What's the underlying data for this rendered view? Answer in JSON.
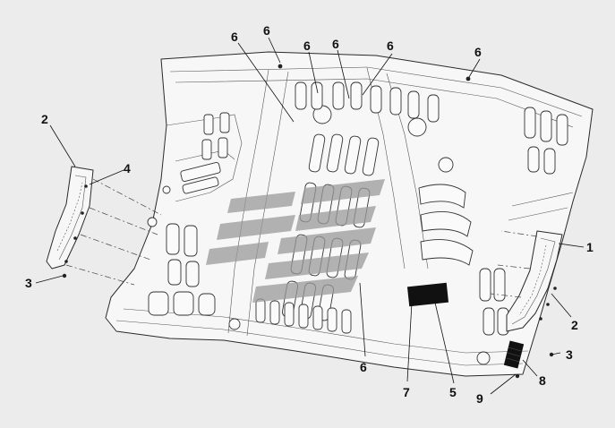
{
  "diagram": {
    "callouts": [
      {
        "id": "c6a",
        "label": "6"
      },
      {
        "id": "c6b",
        "label": "6"
      },
      {
        "id": "c6c",
        "label": "6"
      },
      {
        "id": "c6d",
        "label": "6"
      },
      {
        "id": "c6e",
        "label": "6"
      },
      {
        "id": "c6f",
        "label": "6"
      },
      {
        "id": "c2a",
        "label": "2"
      },
      {
        "id": "c4",
        "label": "4"
      },
      {
        "id": "c3a",
        "label": "3"
      },
      {
        "id": "c1",
        "label": "1"
      },
      {
        "id": "c2b",
        "label": "2"
      },
      {
        "id": "c3b",
        "label": "3"
      },
      {
        "id": "c8",
        "label": "8"
      },
      {
        "id": "c9",
        "label": "9"
      },
      {
        "id": "c6g",
        "label": "6"
      },
      {
        "id": "c7",
        "label": "7"
      },
      {
        "id": "c5",
        "label": "5"
      }
    ],
    "colors": {
      "background": "#ececec",
      "line": "#2a2a2a",
      "watermark": "#9a9a9a",
      "pad": "#111111"
    },
    "watermark_icon": "stylized-logo-watermark"
  }
}
